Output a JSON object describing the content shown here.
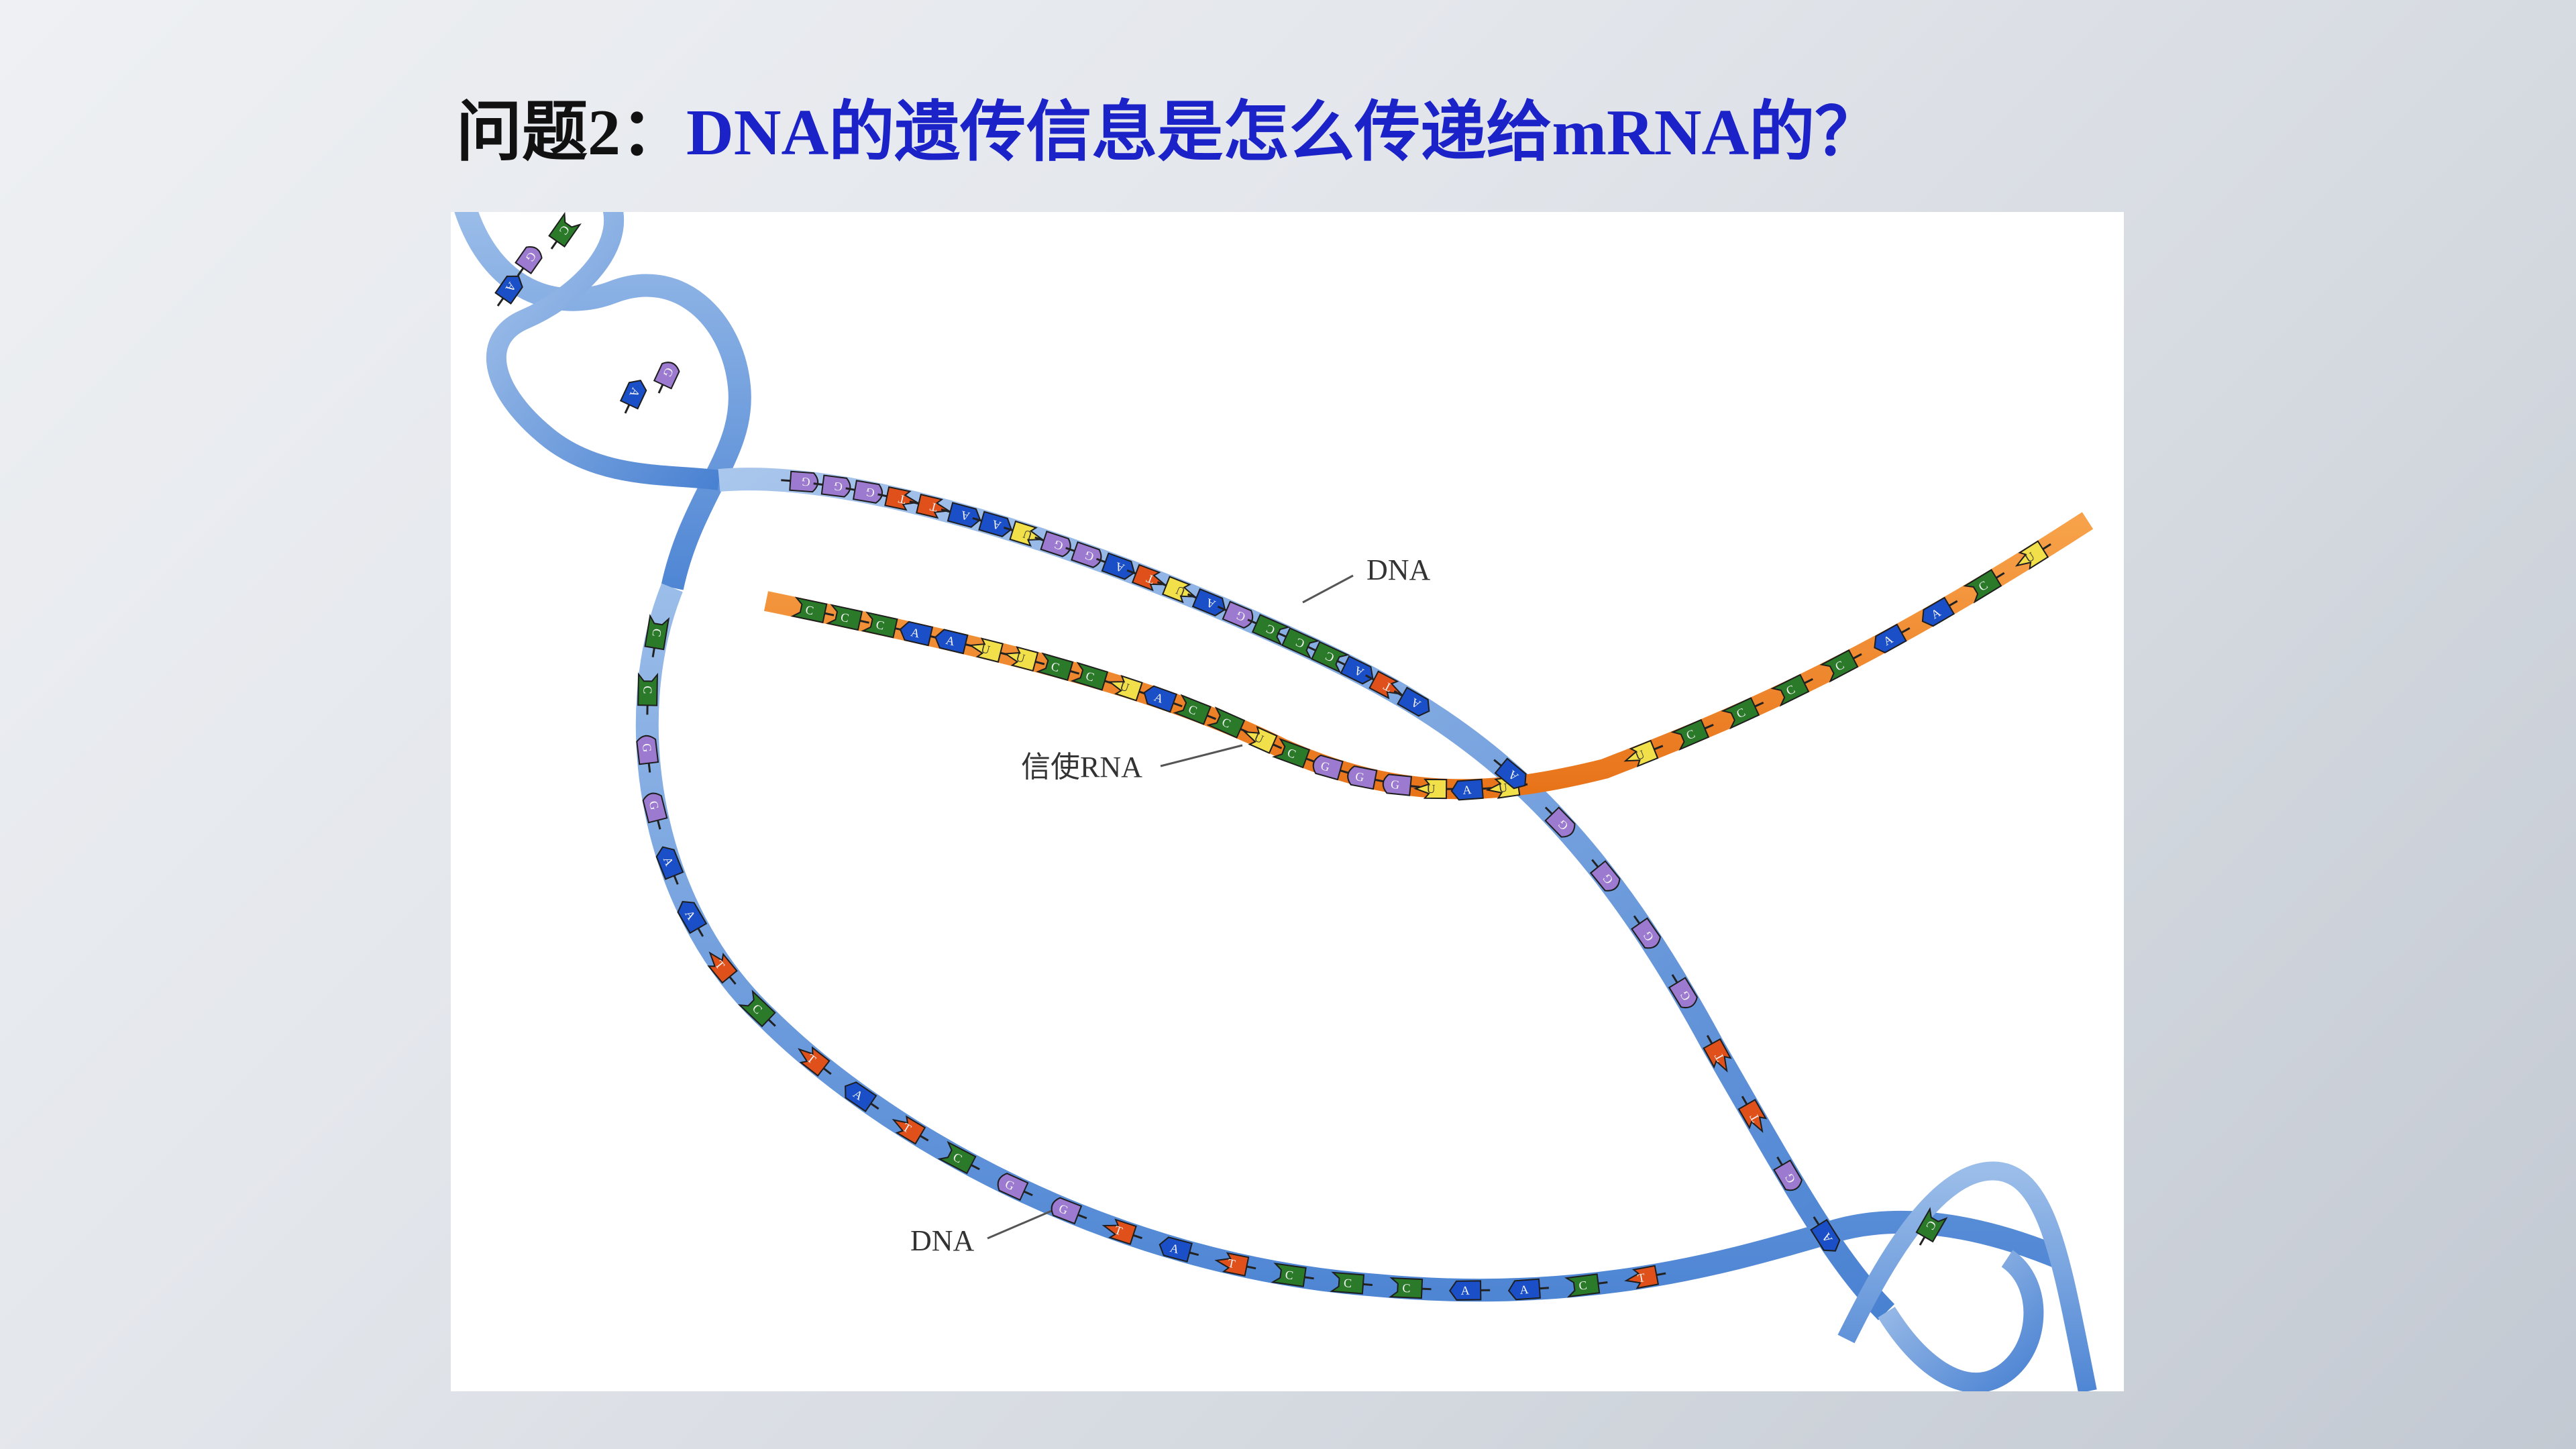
{
  "slide": {
    "title_prefix": "问题2：",
    "title_question": "DNA的遗传信息是怎么传递给mRNA的？"
  },
  "diagram": {
    "labels": {
      "dna_upper": "DNA",
      "mrna": "信使RNA",
      "dna_lower": "DNA"
    },
    "colors": {
      "dna_strand": "#6f9edc",
      "dna_strand_dark": "#3b74c9",
      "mrna_strand": "#f0801e",
      "base_A": "#1a4fc8",
      "base_G": "#9c7ad0",
      "base_C": "#2a7a2a",
      "base_T": "#e0501a",
      "base_U": "#f2e04a"
    },
    "bases": {
      "mrna_paired_upper": [
        "G",
        "G",
        "G",
        "T",
        "T",
        "A",
        "A",
        "U",
        "G",
        "G",
        "A",
        "T",
        "U",
        "A",
        "G",
        "C",
        "C",
        "C",
        "A",
        "T",
        "A"
      ],
      "mrna_paired_lower": [
        "C",
        "C",
        "C",
        "A",
        "A",
        "U",
        "U",
        "C",
        "C",
        "U",
        "A",
        "C",
        "C",
        "U",
        "C",
        "G",
        "G",
        "G",
        "U",
        "A",
        "U"
      ],
      "mrna_free_tail": [
        "U",
        "C",
        "C",
        "C",
        "C",
        "A",
        "A",
        "C",
        "U"
      ],
      "dna_left_arc": [
        "C",
        "C",
        "G",
        "G",
        "A",
        "A",
        "T",
        "C"
      ],
      "dna_right_arc": [
        "A",
        "G",
        "G",
        "G",
        "G",
        "T",
        "T",
        "G",
        "A"
      ],
      "dna_bottom": [
        "T",
        "A",
        "T",
        "C",
        "G",
        "G",
        "T",
        "A",
        "T",
        "C",
        "C",
        "C",
        "A",
        "A",
        "C",
        "T"
      ],
      "helix_pairs": [
        "G",
        "C",
        "A",
        "G",
        "A",
        "C"
      ]
    }
  }
}
